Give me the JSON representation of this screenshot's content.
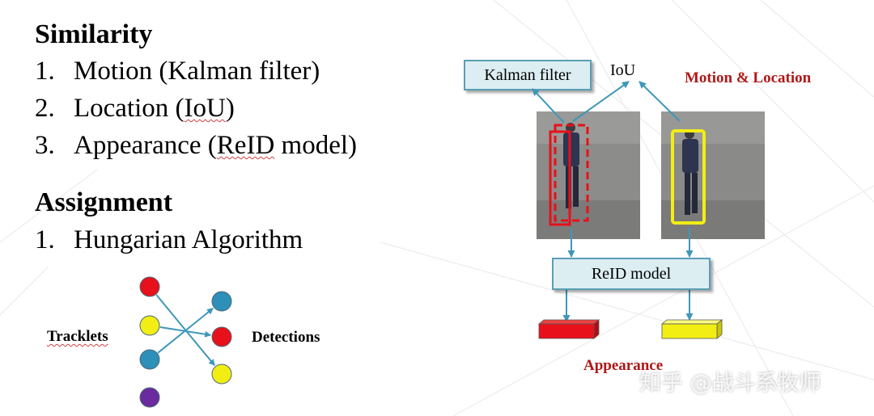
{
  "similarity": {
    "title": "Similarity",
    "items": [
      {
        "num": "1.",
        "text_a": "Motion (Kalman filter)",
        "text_b": ""
      },
      {
        "num": "2.",
        "text_a": "Location (",
        "squig": "IoU",
        "text_b": ")"
      },
      {
        "num": "3.",
        "text_a": "Appearance (",
        "squig": "ReID",
        "text_b": " model)"
      }
    ]
  },
  "assignment": {
    "title": "Assignment",
    "items": [
      {
        "num": "1.",
        "text": "Hungarian Algorithm"
      }
    ]
  },
  "matching": {
    "left_label": "Tracklets",
    "right_label": "Detections",
    "left_colors": [
      "#e8101a",
      "#f2ee14",
      "#2e8fb8",
      "#6b2a9e"
    ],
    "right_colors": [
      "#2e8fb8",
      "#e8101a",
      "#f2ee14"
    ],
    "edge_color": "#3f97b8"
  },
  "diagram": {
    "kalman_label": "Kalman filter",
    "iou_label": "IoU",
    "motion_location_label": "Motion & Location",
    "reid_label": "ReID model",
    "appearance_label": "Appearance",
    "tracklet_box_color": "#e8101a",
    "detection_box_color": "#f2ee14",
    "arrow_color": "#3f97b8"
  },
  "watermark": "知乎 @战斗系牧师"
}
